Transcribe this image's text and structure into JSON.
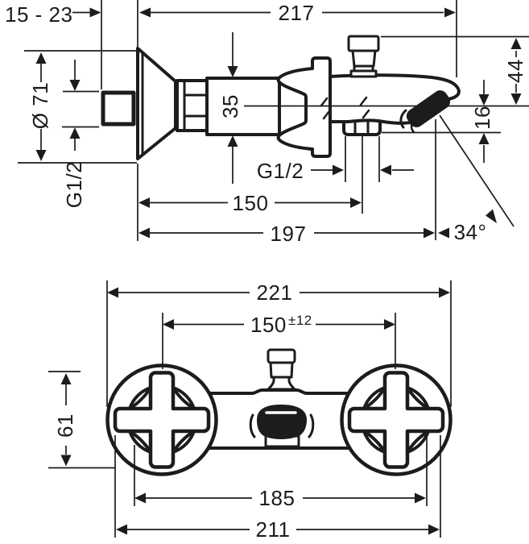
{
  "drawing": {
    "kind": "technical-dimension-drawing",
    "colors": {
      "ink": "#1c1c1c",
      "background": "#ffffff"
    },
    "side_view": {
      "dims": {
        "wall_range": "15 - 23",
        "depth_total": "217",
        "escutcheon_diameter": "Ø 71",
        "inlet_thread": "G1/2",
        "body_diameter": "35",
        "height_above_outlet": "44",
        "outlet_drop": "16",
        "hose_thread": "G1/2",
        "reach_outlet": "150",
        "reach_total": "197",
        "spout_angle": "34°"
      }
    },
    "front_view": {
      "dims": {
        "width_total": "221",
        "inlet_centers": "150",
        "inlet_centers_tolerance": "±12",
        "handle_height": "61",
        "width_unions": "185",
        "width_nuts": "211"
      }
    }
  }
}
